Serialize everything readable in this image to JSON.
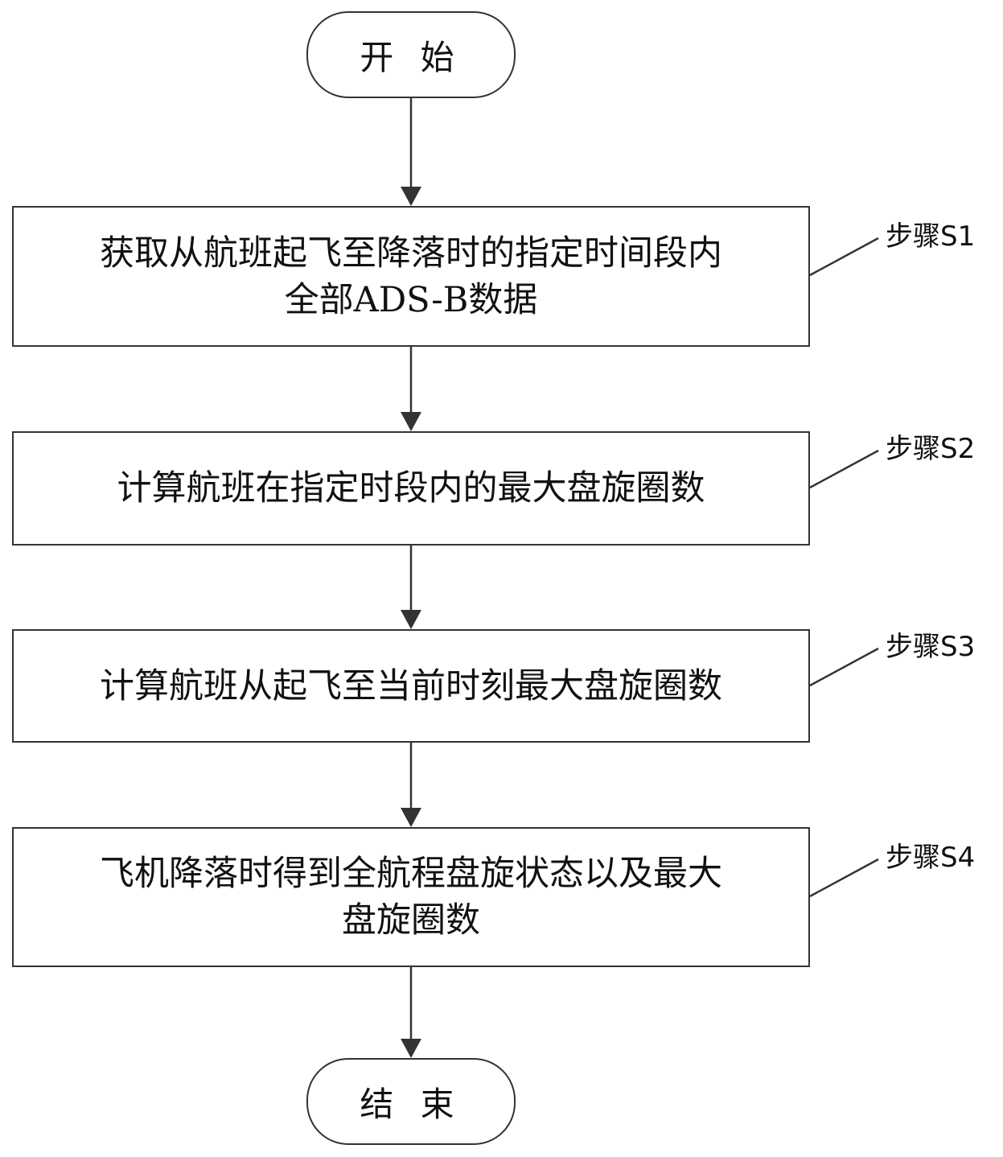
{
  "start": "开 始",
  "end": "结 束",
  "steps": [
    {
      "label": "步骤S1",
      "lines": [
        "获取从航班起飞至降落时的指定时间段内",
        "全部ADS-B数据"
      ]
    },
    {
      "label": "步骤S2",
      "lines": [
        "计算航班在指定时段内的最大盘旋圈数"
      ]
    },
    {
      "label": "步骤S3",
      "lines": [
        "计算航班从起飞至当前时刻最大盘旋圈数"
      ]
    },
    {
      "label": "步骤S4",
      "lines": [
        "飞机降落时得到全航程盘旋状态以及最大",
        "盘旋圈数"
      ]
    }
  ]
}
